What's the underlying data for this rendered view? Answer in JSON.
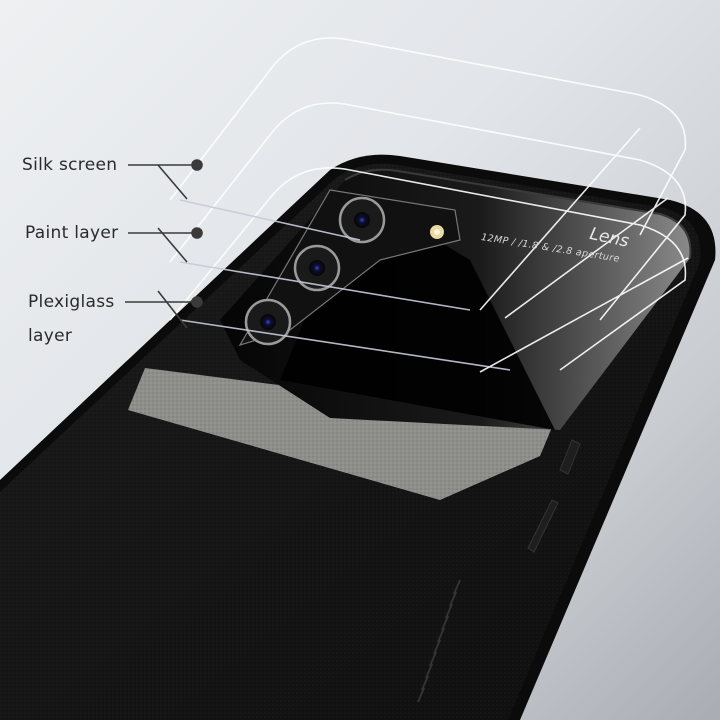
{
  "image": {
    "subject": "black leather-textured phone case with glass camera panel, exploded layer view",
    "background_color": "#e2e5e9",
    "case_color": "#141414",
    "accent_strip_color": "#8e8f8a"
  },
  "callouts": [
    {
      "id": "silk-screen",
      "label": "Silk screen"
    },
    {
      "id": "paint-layer",
      "label": "Paint layer"
    },
    {
      "id": "plexiglass-layer",
      "label_line1": "Plexiglass",
      "label_line2": "layer"
    }
  ],
  "camera_panel": {
    "title": "Lens",
    "spec": "12MP / /1.8 & /2.8 aperture"
  }
}
